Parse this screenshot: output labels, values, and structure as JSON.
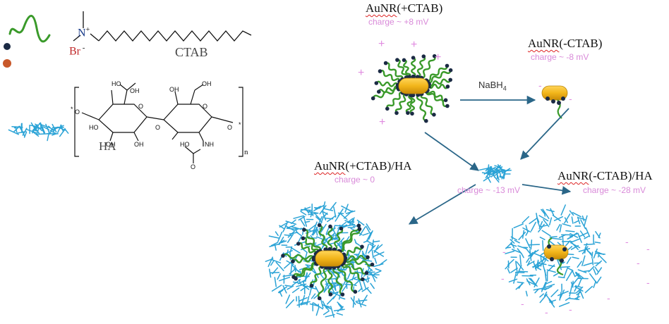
{
  "legend": {
    "ctab_name": "CTAB",
    "ctab_counterion": "Br",
    "ctab_cation": "N",
    "ha_name": "HA",
    "ha_repeat": "n"
  },
  "states": {
    "aunr_plus_ctab": {
      "name_prefix": "AuNR",
      "name_suffix": "(+CTAB)",
      "charge": "charge ~ +8 mV"
    },
    "aunr_minus_ctab": {
      "name_prefix": "AuNR",
      "name_suffix": "(-CTAB)",
      "charge": "charge ~ -8 mV"
    },
    "aunr_plus_ctab_ha": {
      "name_prefix": "AuNR",
      "name_suffix": "(+CTAB)/HA",
      "charge": "charge ~ 0"
    },
    "aunr_minus_ctab_ha": {
      "name_prefix": "AuNR",
      "name_suffix": "(-CTAB)/HA",
      "charge": "charge ~ -28 mV"
    },
    "ha_free": {
      "charge": "charge ~ -13 mV"
    }
  },
  "reagent": {
    "main": "NaBH",
    "sub": "4"
  },
  "colors": {
    "ctab_green": "#3a9a2a",
    "ctab_dot": "#1b2a44",
    "gold": "#f2b51a",
    "ha_blue": "#2ba3d6",
    "arrow": "#2a6688",
    "charge_pink": "#d98ad9",
    "bromide_red": "#c0282a"
  }
}
